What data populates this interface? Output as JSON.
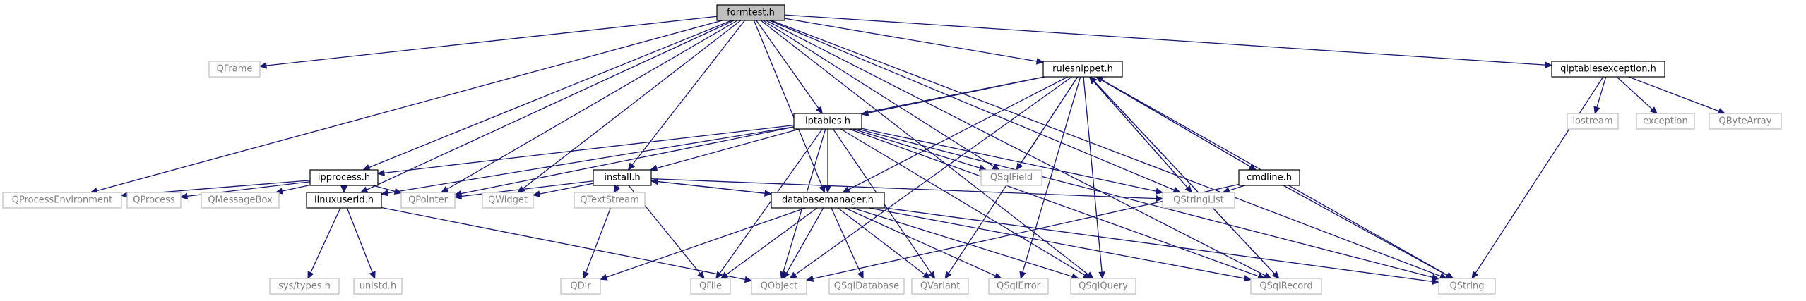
{
  "graph": {
    "nodes": [
      {
        "id": "formtest",
        "label": "formtest.h",
        "kind": "root"
      },
      {
        "id": "QFrame",
        "label": "QFrame",
        "kind": "external"
      },
      {
        "id": "rulesnippet",
        "label": "rulesnippet.h",
        "kind": "primary"
      },
      {
        "id": "qiptablesexception",
        "label": "qiptablesexception.h",
        "kind": "primary"
      },
      {
        "id": "iptables",
        "label": "iptables.h",
        "kind": "primary"
      },
      {
        "id": "iostream",
        "label": "iostream",
        "kind": "external"
      },
      {
        "id": "exception",
        "label": "exception",
        "kind": "external"
      },
      {
        "id": "QByteArray",
        "label": "QByteArray",
        "kind": "external"
      },
      {
        "id": "ipprocess",
        "label": "ipprocess.h",
        "kind": "primary"
      },
      {
        "id": "install",
        "label": "install.h",
        "kind": "primary"
      },
      {
        "id": "QSqlField",
        "label": "QSqlField",
        "kind": "external"
      },
      {
        "id": "cmdline",
        "label": "cmdline.h",
        "kind": "primary"
      },
      {
        "id": "QProcessEnvironment",
        "label": "QProcessEnvironment",
        "kind": "external"
      },
      {
        "id": "QProcess",
        "label": "QProcess",
        "kind": "external"
      },
      {
        "id": "QMessageBox",
        "label": "QMessageBox",
        "kind": "external"
      },
      {
        "id": "linuxuserid",
        "label": "linuxuserid.h",
        "kind": "primary"
      },
      {
        "id": "QPointer",
        "label": "QPointer",
        "kind": "external"
      },
      {
        "id": "QWidget",
        "label": "QWidget",
        "kind": "external"
      },
      {
        "id": "QTextStream",
        "label": "QTextStream",
        "kind": "external"
      },
      {
        "id": "databasemanager",
        "label": "databasemanager.h",
        "kind": "primary"
      },
      {
        "id": "QStringList",
        "label": "QStringList",
        "kind": "external"
      },
      {
        "id": "systypes",
        "label": "sys/types.h",
        "kind": "external"
      },
      {
        "id": "unistd",
        "label": "unistd.h",
        "kind": "external"
      },
      {
        "id": "QDir",
        "label": "QDir",
        "kind": "external"
      },
      {
        "id": "QFile",
        "label": "QFile",
        "kind": "external"
      },
      {
        "id": "QObject",
        "label": "QObject",
        "kind": "external"
      },
      {
        "id": "QSqlDatabase",
        "label": "QSqlDatabase",
        "kind": "external"
      },
      {
        "id": "QVariant",
        "label": "QVariant",
        "kind": "external"
      },
      {
        "id": "QSqlError",
        "label": "QSqlError",
        "kind": "external"
      },
      {
        "id": "QSqlQuery",
        "label": "QSqlQuery",
        "kind": "external"
      },
      {
        "id": "QSqlRecord",
        "label": "QSqlRecord",
        "kind": "external"
      },
      {
        "id": "QString",
        "label": "QString",
        "kind": "external"
      }
    ],
    "edges": [
      [
        "formtest",
        "QFrame"
      ],
      [
        "formtest",
        "rulesnippet"
      ],
      [
        "formtest",
        "qiptablesexception"
      ],
      [
        "formtest",
        "QString"
      ],
      [
        "formtest",
        "ipprocess"
      ],
      [
        "formtest",
        "QProcessEnvironment"
      ],
      [
        "formtest",
        "linuxuserid"
      ],
      [
        "formtest",
        "QPointer"
      ],
      [
        "formtest",
        "QWidget"
      ],
      [
        "formtest",
        "install"
      ],
      [
        "formtest",
        "iptables"
      ],
      [
        "formtest",
        "databasemanager"
      ],
      [
        "formtest",
        "QSqlField"
      ],
      [
        "formtest",
        "QStringList"
      ],
      [
        "formtest",
        "QSqlRecord"
      ],
      [
        "formtest",
        "QSqlQuery"
      ],
      [
        "rulesnippet",
        "iptables"
      ],
      [
        "rulesnippet",
        "QPointer"
      ],
      [
        "rulesnippet",
        "QObject"
      ],
      [
        "rulesnippet",
        "databasemanager"
      ],
      [
        "rulesnippet",
        "QSqlField"
      ],
      [
        "rulesnippet",
        "QVariant"
      ],
      [
        "rulesnippet",
        "QSqlError"
      ],
      [
        "rulesnippet",
        "QSqlQuery"
      ],
      [
        "rulesnippet",
        "QSqlRecord"
      ],
      [
        "rulesnippet",
        "QString"
      ],
      [
        "rulesnippet",
        "QStringList"
      ],
      [
        "rulesnippet",
        "cmdline"
      ],
      [
        "qiptablesexception",
        "iostream"
      ],
      [
        "qiptablesexception",
        "exception"
      ],
      [
        "qiptablesexception",
        "QByteArray"
      ],
      [
        "qiptablesexception",
        "QString"
      ],
      [
        "iptables",
        "ipprocess"
      ],
      [
        "iptables",
        "install"
      ],
      [
        "iptables",
        "linuxuserid"
      ],
      [
        "iptables",
        "databasemanager"
      ],
      [
        "iptables",
        "QSqlField"
      ],
      [
        "iptables",
        "QStringList"
      ],
      [
        "iptables",
        "QFile"
      ],
      [
        "iptables",
        "QObject"
      ],
      [
        "iptables",
        "QVariant"
      ],
      [
        "iptables",
        "QSqlQuery"
      ],
      [
        "iptables",
        "QSqlRecord"
      ],
      [
        "iptables",
        "QString"
      ],
      [
        "ipprocess",
        "QProcessEnvironment"
      ],
      [
        "ipprocess",
        "QProcess"
      ],
      [
        "ipprocess",
        "QMessageBox"
      ],
      [
        "ipprocess",
        "linuxuserid"
      ],
      [
        "ipprocess",
        "QPointer"
      ],
      [
        "install",
        "QPointer"
      ],
      [
        "install",
        "QWidget"
      ],
      [
        "install",
        "QTextStream"
      ],
      [
        "install",
        "databasemanager"
      ],
      [
        "install",
        "QDir"
      ],
      [
        "install",
        "QFile"
      ],
      [
        "install",
        "QStringList"
      ],
      [
        "cmdline",
        "rulesnippet"
      ],
      [
        "cmdline",
        "QStringList"
      ],
      [
        "cmdline",
        "QString"
      ],
      [
        "cmdline",
        "QObject"
      ],
      [
        "linuxuserid",
        "systypes"
      ],
      [
        "linuxuserid",
        "unistd"
      ],
      [
        "linuxuserid",
        "QObject"
      ],
      [
        "databasemanager",
        "install"
      ],
      [
        "databasemanager",
        "QDir"
      ],
      [
        "databasemanager",
        "QFile"
      ],
      [
        "databasemanager",
        "QObject"
      ],
      [
        "databasemanager",
        "QSqlDatabase"
      ],
      [
        "databasemanager",
        "QVariant"
      ],
      [
        "databasemanager",
        "QSqlError"
      ],
      [
        "databasemanager",
        "QSqlQuery"
      ],
      [
        "databasemanager",
        "QSqlRecord"
      ],
      [
        "databasemanager",
        "QString"
      ],
      [
        "QSqlRecord",
        "rulesnippet"
      ],
      [
        "QStringList",
        "rulesnippet"
      ]
    ]
  }
}
